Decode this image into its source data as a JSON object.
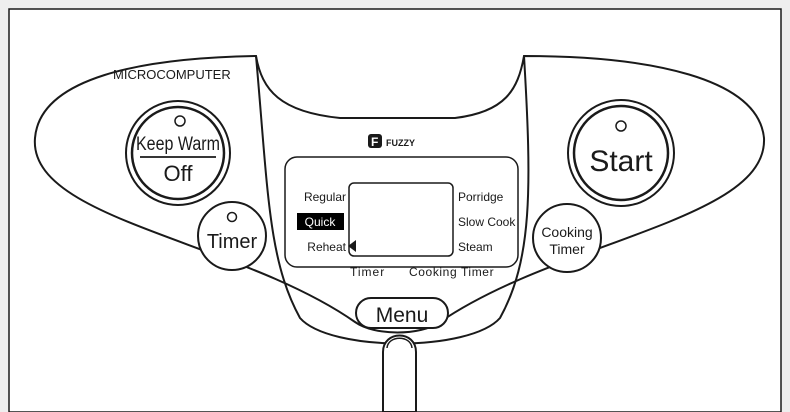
{
  "panel": {
    "model_label": "MICROCOMPUTER",
    "brand": {
      "logo_letter": "F",
      "label": "FUZZY"
    }
  },
  "buttons": {
    "keep_warm_top": "Keep Warm",
    "keep_warm_bottom": "Off",
    "timer": "Timer",
    "start": "Start",
    "cooking_timer_line1": "Cooking",
    "cooking_timer_line2": "Timer",
    "menu": "Menu"
  },
  "display": {
    "left_modes": [
      "Regular",
      "Quick",
      "Reheat"
    ],
    "right_modes": [
      "Porridge",
      "Slow Cook",
      "Steam"
    ],
    "selected_mode": "Quick",
    "bottom_labels": [
      "Timer",
      "Cooking Timer"
    ]
  },
  "colors": {
    "line": "#1a1a1a",
    "panel_fill": "#ffffff",
    "frame_fill": "#eeeeee",
    "selected_bg": "#000000",
    "selected_text": "#ffffff"
  }
}
